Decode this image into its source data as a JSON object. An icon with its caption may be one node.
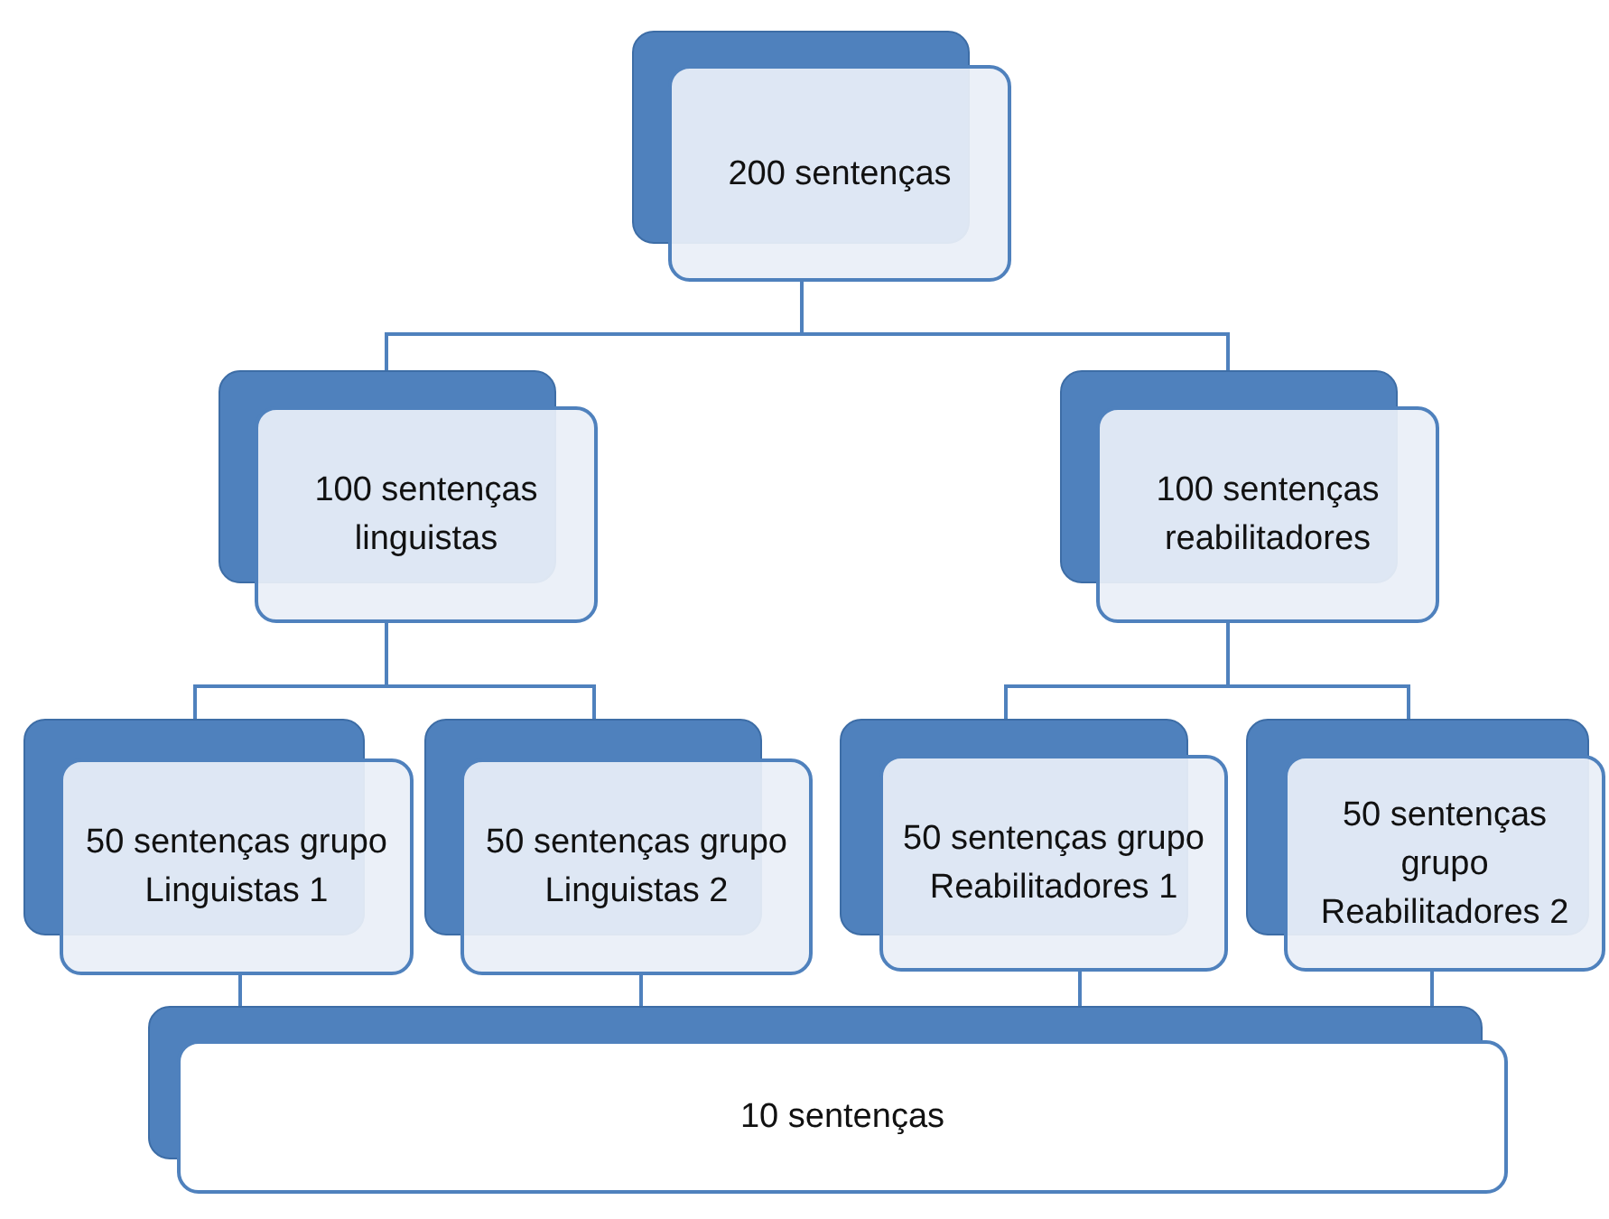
{
  "diagram": {
    "nodes": [
      {
        "text": [
          "200 sentenças"
        ]
      },
      {
        "text": [
          "100 sentenças linguistas"
        ]
      },
      {
        "text": [
          "100 sentenças reabilitadores"
        ]
      },
      {
        "text": [
          "50 sentenças grupo Linguistas 1"
        ]
      },
      {
        "text": [
          "50 sentenças grupo Linguistas 2"
        ]
      },
      {
        "text": [
          "50 sentenças grupo Reabilitadores 1"
        ]
      },
      {
        "text": [
          "50 sentenças grupo Reabilitadores 2"
        ]
      },
      {
        "text": [
          "10 sentenças"
        ]
      }
    ],
    "edges": [
      {
        "from": 0,
        "to": 1,
        "arrow": "none"
      },
      {
        "from": 0,
        "to": 2,
        "arrow": "none"
      },
      {
        "from": 1,
        "to": 3,
        "arrow": "none"
      },
      {
        "from": 1,
        "to": 4,
        "arrow": "none"
      },
      {
        "from": 2,
        "to": 5,
        "arrow": "none"
      },
      {
        "from": 2,
        "to": 6,
        "arrow": "none"
      },
      {
        "from": 3,
        "to": 7,
        "arrow": "none"
      },
      {
        "from": 4,
        "to": 7,
        "arrow": "none"
      },
      {
        "from": 5,
        "to": 7,
        "arrow": "none"
      },
      {
        "from": 6,
        "to": 7,
        "arrow": "none"
      }
    ]
  }
}
